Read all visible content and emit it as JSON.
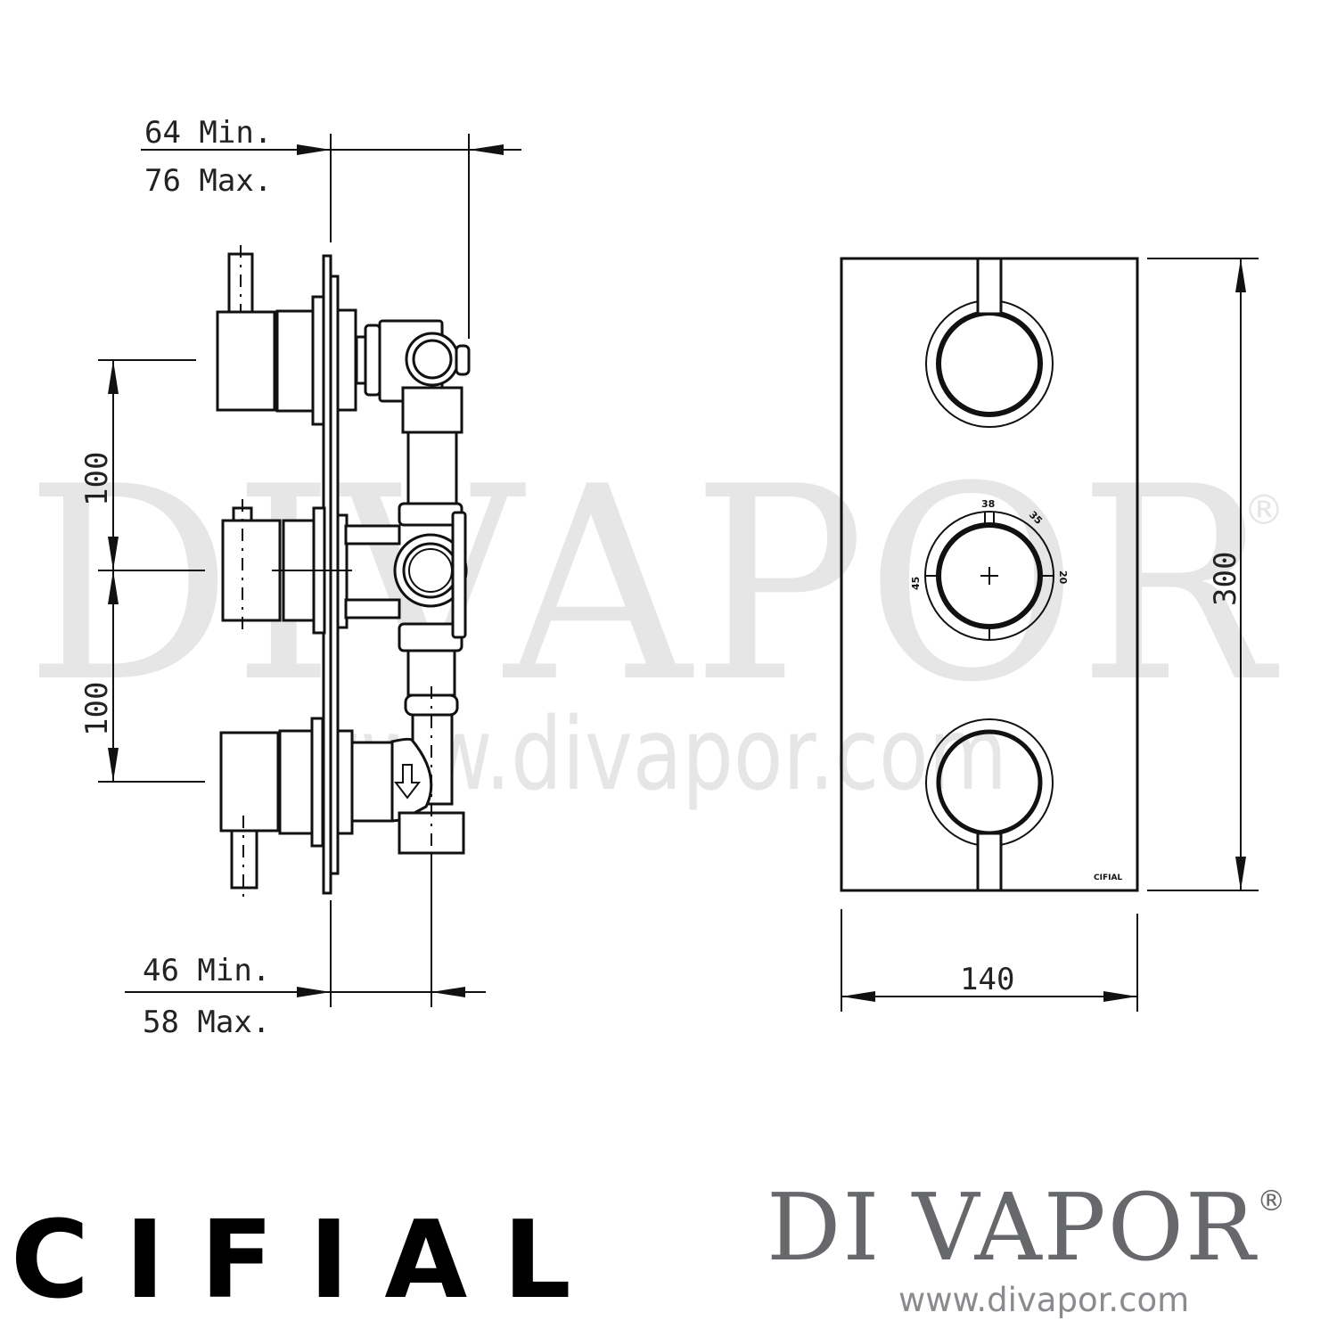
{
  "drawing": {
    "side_view": {
      "top_dimension": {
        "min_label": "64 Min.",
        "max_label": "76 Max."
      },
      "bottom_dimension": {
        "min_label": "46 Min.",
        "max_label": "58 Max."
      },
      "vertical_spacing": [
        "100",
        "100"
      ],
      "flow_arrow_icon": "arrow-down-icon"
    },
    "front_view": {
      "width_label": "140",
      "height_label": "300",
      "dial_scale": {
        "top": "38",
        "upper_right": "35",
        "right": "20",
        "left": "45"
      },
      "plate_brand": "CIFIAL",
      "center_icon": "crosshair-icon"
    }
  },
  "watermark": {
    "text": "DIVAPOR",
    "registered": "®",
    "url": "www.divapor.com"
  },
  "footer": {
    "manufacturer_logo": "CIFIAL",
    "retailer_logo": "DI VAPOR",
    "retailer_registered": "®",
    "retailer_url": "www.divapor.com"
  },
  "colors": {
    "line": "#111111",
    "watermark": "#e6e6e6",
    "retailer_grey": "#67686c",
    "url_grey": "#8a8b8f"
  }
}
